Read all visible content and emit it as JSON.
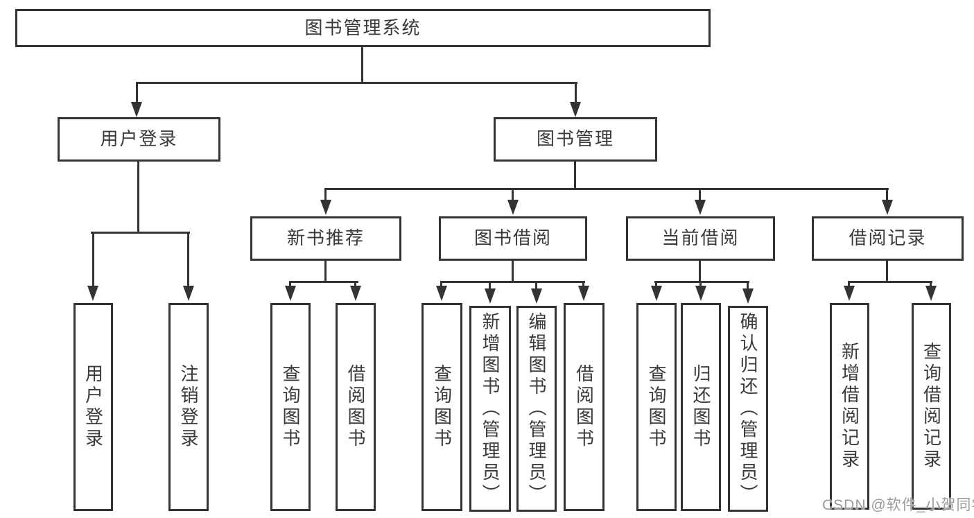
{
  "nodes": {
    "root": {
      "label": "图书管理系统"
    },
    "user_login": {
      "label": "用户登录"
    },
    "book_management": {
      "label": "图书管理"
    },
    "new_book_recommendation": {
      "label": "新书推荐"
    },
    "book_borrowing": {
      "label": "图书借阅"
    },
    "current_borrowing": {
      "label": "当前借阅"
    },
    "borrowing_records": {
      "label": "借阅记录"
    },
    "leaf_user_login": {
      "label": "用户登录"
    },
    "leaf_logout": {
      "label": "注销登录"
    },
    "leaf_rec_query_books": {
      "label": "查询图书"
    },
    "leaf_rec_borrow_books": {
      "label": "借阅图书"
    },
    "leaf_bb_query_books": {
      "label": "查询图书"
    },
    "leaf_bb_add_books": {
      "label": "新增图书（管理员）"
    },
    "leaf_bb_edit_books": {
      "label": "编辑图书（管理员）"
    },
    "leaf_bb_borrow_books": {
      "label": "借阅图书"
    },
    "leaf_cb_query_books": {
      "label": "查询图书"
    },
    "leaf_cb_return_books": {
      "label": "归还图书"
    },
    "leaf_cb_confirm_return": {
      "label": "确认归还（管理员）"
    },
    "leaf_br_add_record": {
      "label": "新增借阅记录"
    },
    "leaf_br_query_record": {
      "label": "查询借阅记录"
    }
  },
  "watermark": "CSDN @软件_小贺同学",
  "colors": {
    "line": "#333333",
    "text": "#3a3a3a",
    "background": "#ffffff",
    "watermark": "#9b9b9b"
  }
}
